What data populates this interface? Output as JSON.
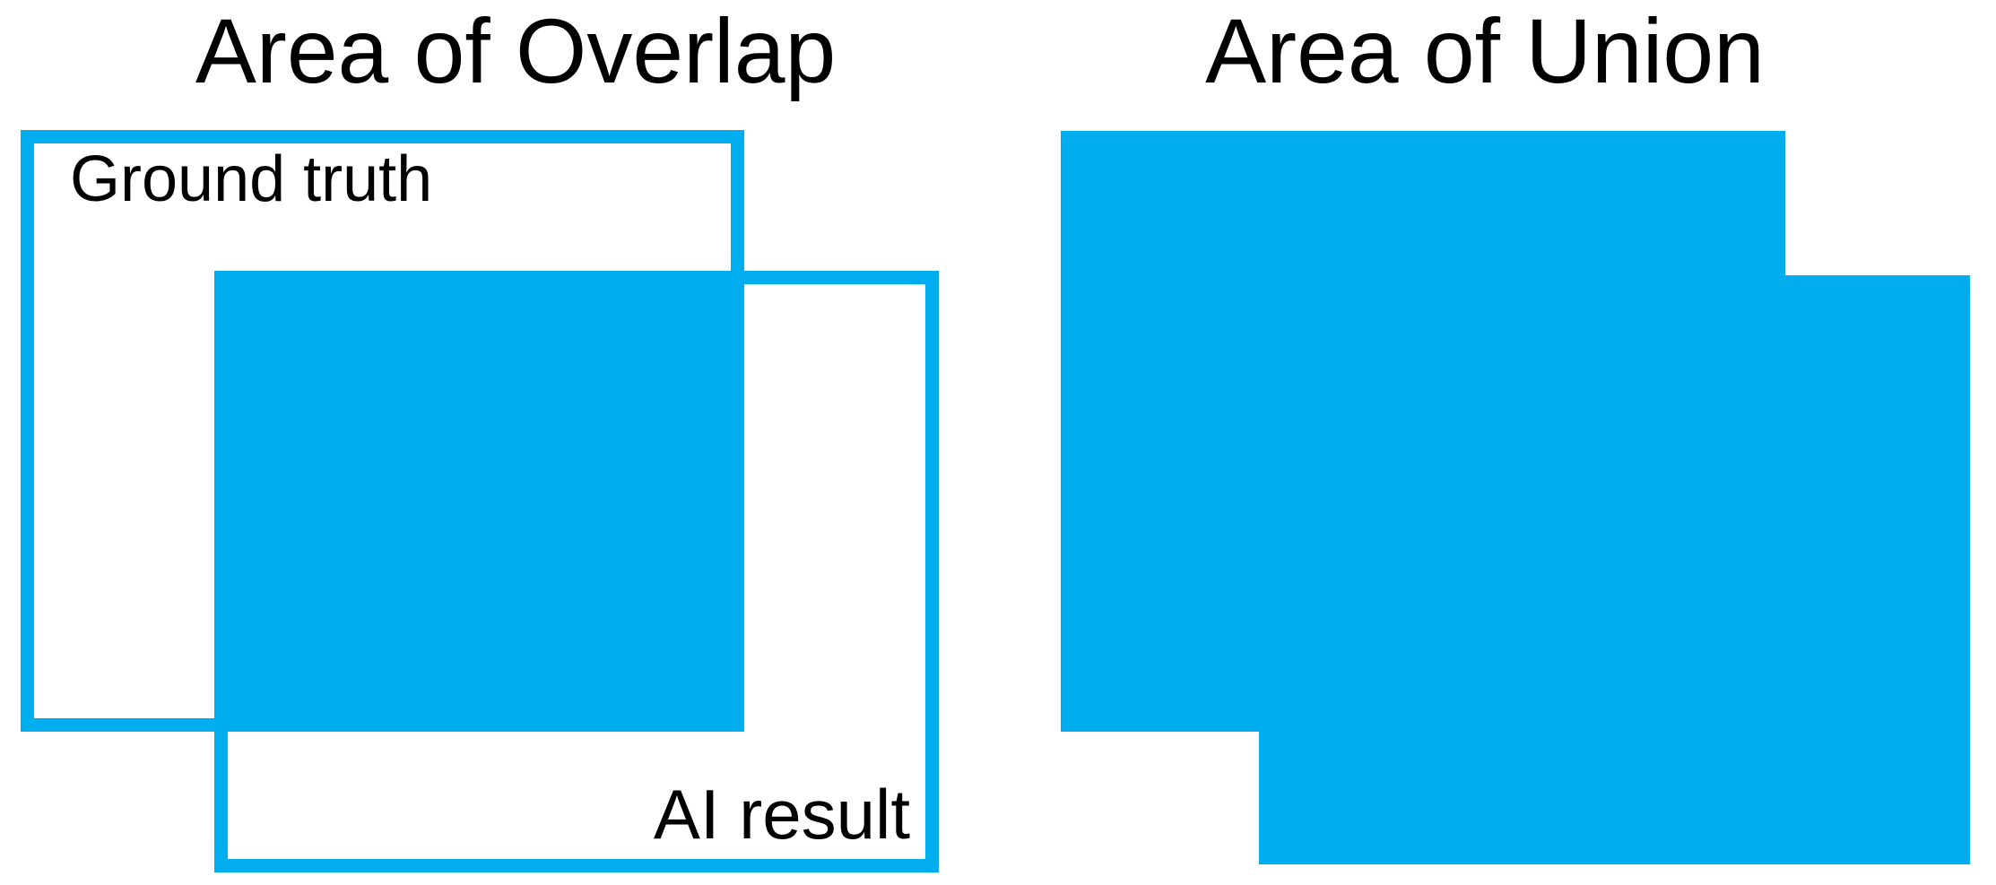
{
  "figure": {
    "left_panel": {
      "title": "Area of Overlap",
      "ground_truth_label": "Ground truth",
      "ai_result_label": "AI result"
    },
    "right_panel": {
      "title": "Area of Union"
    }
  },
  "colors": {
    "shape_blue": "#00AEEF",
    "text_black": "#000000",
    "background": "#FFFFFF"
  }
}
